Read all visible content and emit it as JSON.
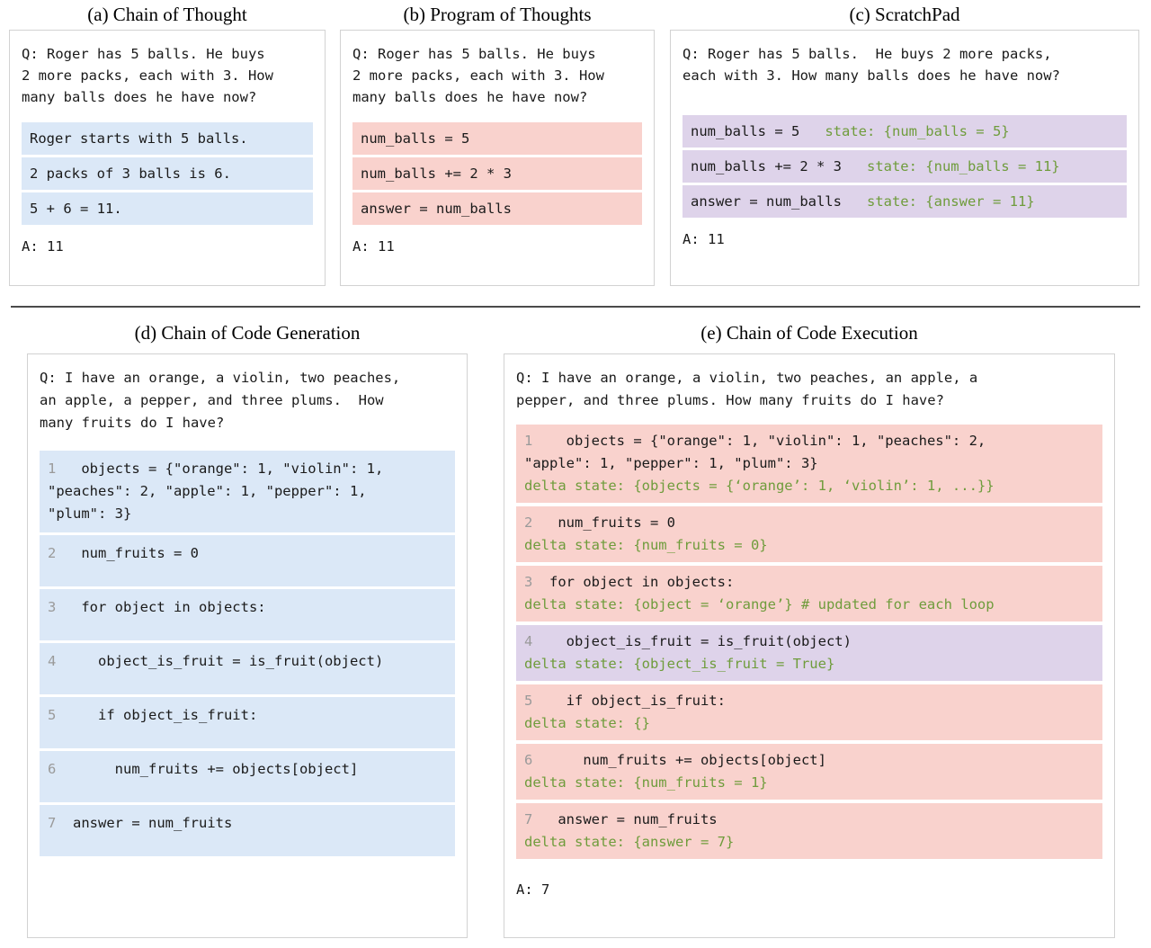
{
  "figure": {
    "divider": true
  },
  "panels": [
    {
      "id": "chain-of-thought",
      "caption": "(a) Chain of Thought",
      "question": "Q: Roger has 5 balls. He buys\n2 more packs, each with 3. How\nmany balls does he have now?",
      "answer": "A: 11",
      "block_color": "#dbe8f7",
      "steps": [
        {
          "code": "Roger starts with 5 balls."
        },
        {
          "code": "2 packs of 3 balls is 6."
        },
        {
          "code": "5 + 6 = 11."
        }
      ]
    },
    {
      "id": "program-of-thoughts",
      "caption": "(b) Program of Thoughts",
      "question": "Q: Roger has 5 balls. He buys\n2 more packs, each with 3. How\nmany balls does he have now?",
      "answer": "A: 11",
      "block_color": "#f9d2cd",
      "steps": [
        {
          "code": "num_balls = 5"
        },
        {
          "code": "num_balls += 2 * 3"
        },
        {
          "code": "answer = num_balls"
        }
      ]
    },
    {
      "id": "scratchpad",
      "caption": "(c) ScratchPad",
      "question": "Q: Roger has 5 balls.  He buys 2 more packs,\neach with 3. How many balls does he have now?",
      "answer": "A: 11",
      "block_color": "#ded3ea",
      "state_color": "#6f9c3c",
      "steps": [
        {
          "code": "num_balls = 5",
          "state": "state: {num_balls = 5}"
        },
        {
          "code": "num_balls += 2 * 3",
          "state": "state: {num_balls = 11}"
        },
        {
          "code": "answer = num_balls",
          "state": "state: {answer = 11}"
        }
      ]
    },
    {
      "id": "chain-of-code-generation",
      "caption": "(d) Chain of Code Generation",
      "question": "Q: I have an orange, a violin, two peaches,\nan apple, a pepper, and three plums.  How\nmany fruits do I have?",
      "block_color": "#dbe8f7",
      "lineno_color": "#9a9a9a",
      "steps": [
        {
          "lineno": "1",
          "code": "   objects = {\"orange\": 1, \"violin\": 1,\n\"peaches\": 2, \"apple\": 1, \"pepper\": 1,\n\"plum\": 3}"
        },
        {
          "lineno": "2",
          "code": "   num_fruits = 0"
        },
        {
          "lineno": "3",
          "code": "   for object in objects:"
        },
        {
          "lineno": "4",
          "code": "     object_is_fruit = is_fruit(object)"
        },
        {
          "lineno": "5",
          "code": "     if object_is_fruit:"
        },
        {
          "lineno": "6",
          "code": "       num_fruits += objects[object]"
        },
        {
          "lineno": "7",
          "code": "  answer = num_fruits"
        }
      ]
    },
    {
      "id": "chain-of-code-execution",
      "caption": "(e) Chain of Code Execution",
      "question": "Q: I have an orange, a violin, two peaches, an apple, a\npepper, and three plums. How many fruits do I have?",
      "answer": "A: 7",
      "lineno_color": "#9a9a9a",
      "state_color": "#6f9c3c",
      "steps": [
        {
          "lineno": "1",
          "code": "    objects = {\"orange\": 1, \"violin\": 1, \"peaches\": 2,\n\"apple\": 1, \"pepper\": 1, \"plum\": 3}",
          "state": "delta state: {objects = {‘orange’: 1, ‘violin’: 1, ...}}",
          "color": "#f9d2cd"
        },
        {
          "lineno": "2",
          "code": "   num_fruits = 0",
          "state": "delta state: {num_fruits = 0}",
          "color": "#f9d2cd"
        },
        {
          "lineno": "3",
          "code": "  for object in objects:",
          "state": "delta state: {object = ‘orange’} # updated for each loop",
          "color": "#f9d2cd"
        },
        {
          "lineno": "4",
          "code": "    object_is_fruit = is_fruit(object)",
          "state": "delta state: {object_is_fruit = True}",
          "color": "#ded3ea"
        },
        {
          "lineno": "5",
          "code": "    if object_is_fruit:",
          "state": "delta state: {}",
          "color": "#f9d2cd"
        },
        {
          "lineno": "6",
          "code": "      num_fruits += objects[object]",
          "state": "delta state: {num_fruits = 1}",
          "color": "#f9d2cd"
        },
        {
          "lineno": "7",
          "code": "   answer = num_fruits",
          "state": "delta state: {answer = 7}",
          "color": "#f9d2cd"
        }
      ]
    }
  ]
}
